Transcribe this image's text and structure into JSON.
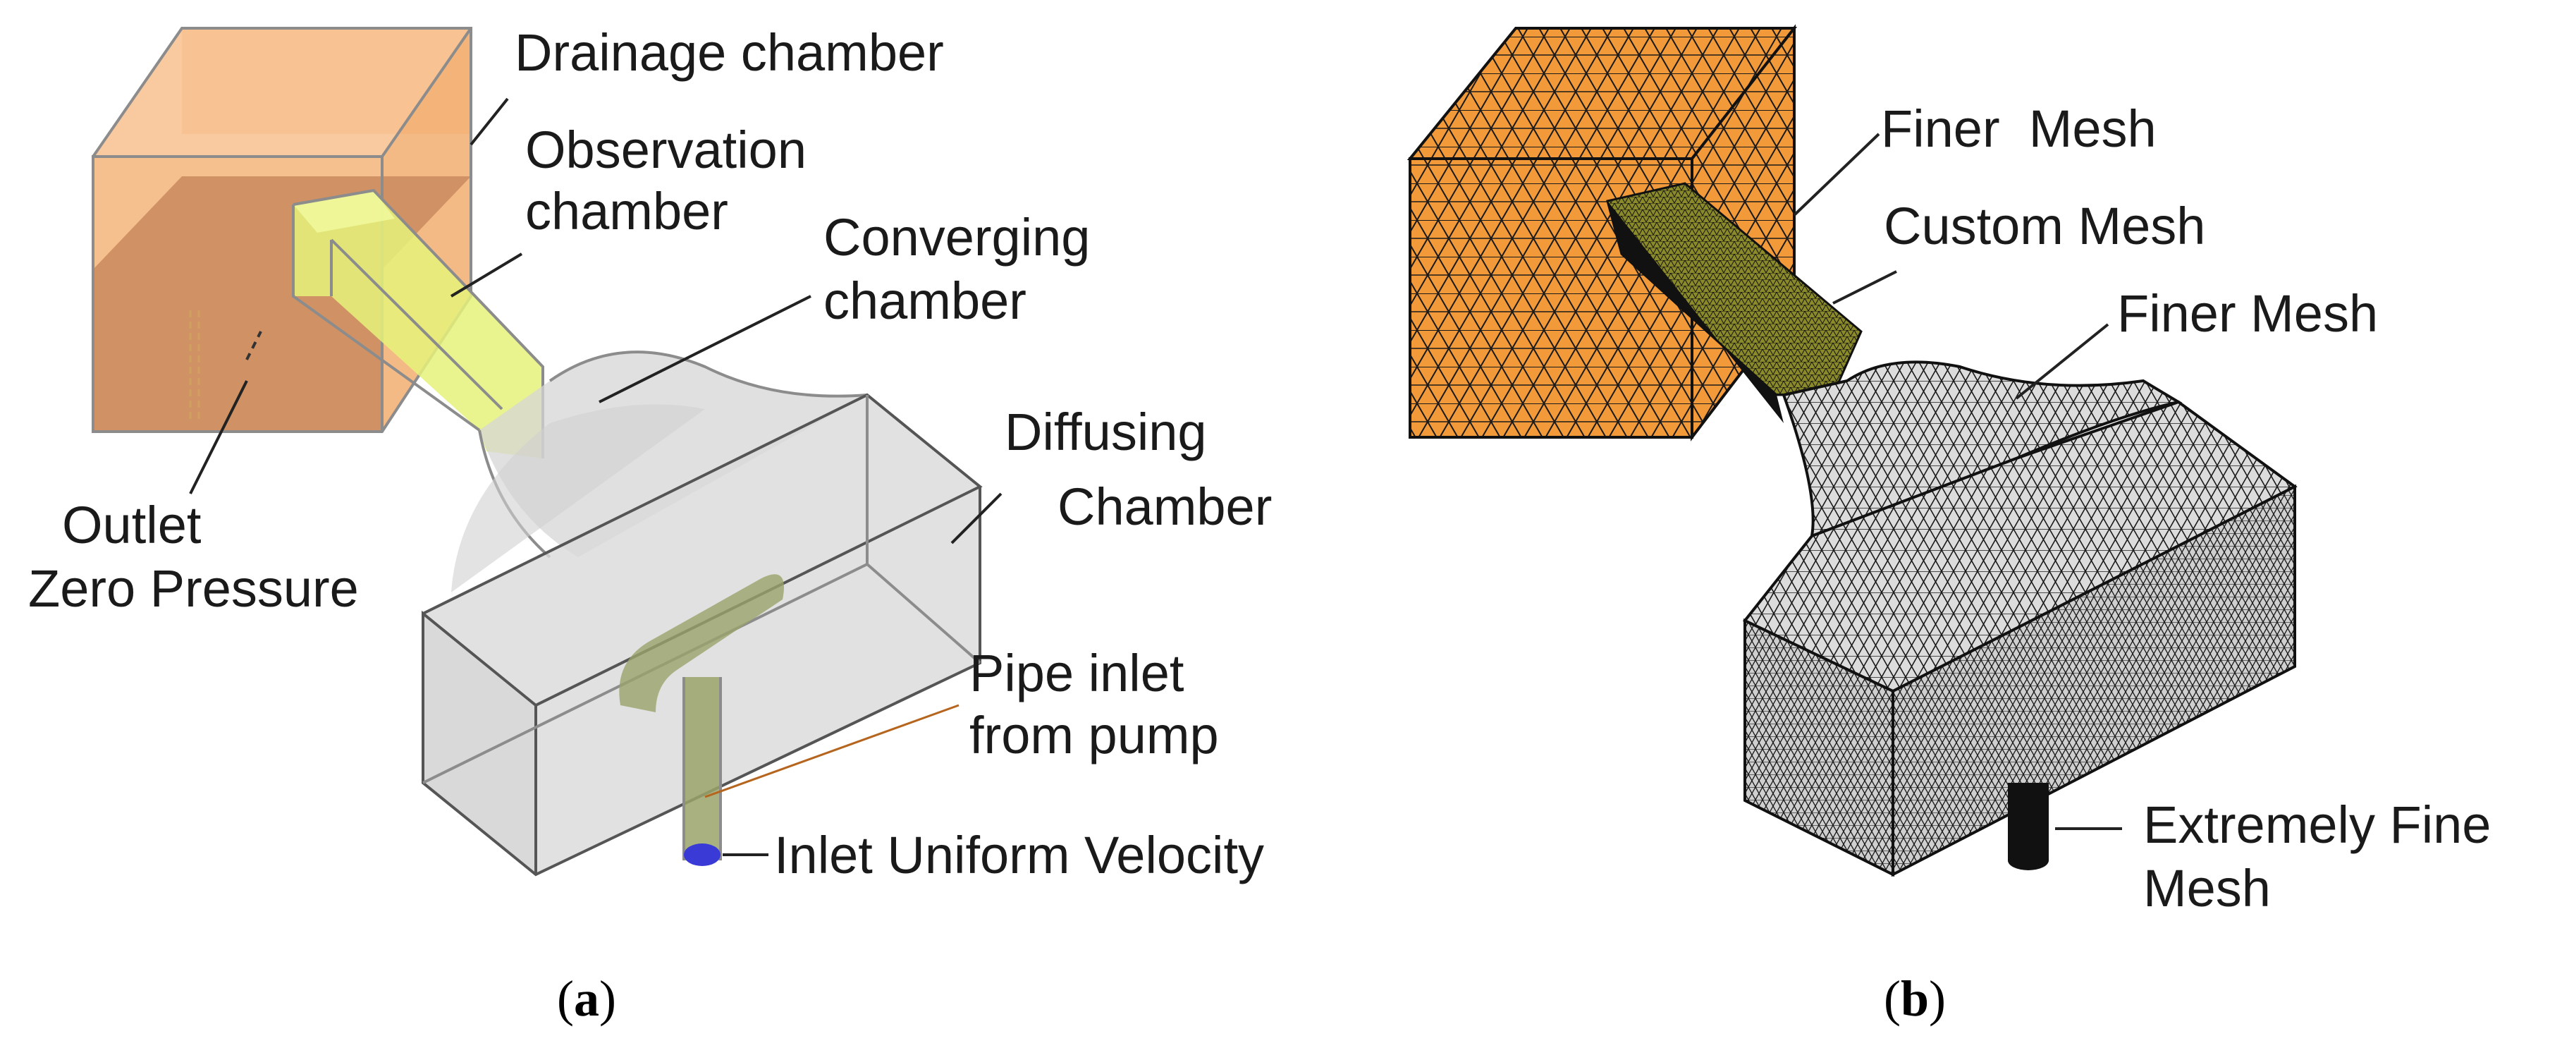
{
  "panel_a": {
    "labels": {
      "drainage": "Drainage chamber",
      "observation_1": "Observation",
      "observation_2": "chamber",
      "converging_1": "Converging",
      "converging_2": "chamber",
      "diffusing_1": "Diffusing",
      "diffusing_2": "Chamber",
      "outlet_1": "Outlet",
      "outlet_2": "Zero Pressure",
      "pipe_1": "Pipe inlet",
      "pipe_2": "from pump",
      "inlet": "Inlet Uniform Velocity"
    },
    "caption_open": "(",
    "caption_letter": "a",
    "caption_close": ")"
  },
  "panel_b": {
    "labels": {
      "finer_top": "Finer  Mesh",
      "custom": "Custom Mesh",
      "finer_mid": "Finer Mesh",
      "extreme_1": "Extremely Fine",
      "extreme_2": "Mesh"
    },
    "caption_open": "(",
    "caption_letter": "b",
    "caption_close": ")"
  },
  "colors": {
    "drainage_fill": "#f5b57a",
    "drainage_floor": "#c98a5e",
    "observation_fill": "#e6f27a",
    "body_fill": "#d6d6d6",
    "pipe_fill": "#9aa36a",
    "inlet_marker": "#3a3ad6",
    "mesh_orange": "#f29a3a",
    "mesh_yellow": "#c8c84a",
    "mesh_grey": "#d8d8d8",
    "mesh_line": "#1a1a1a"
  }
}
